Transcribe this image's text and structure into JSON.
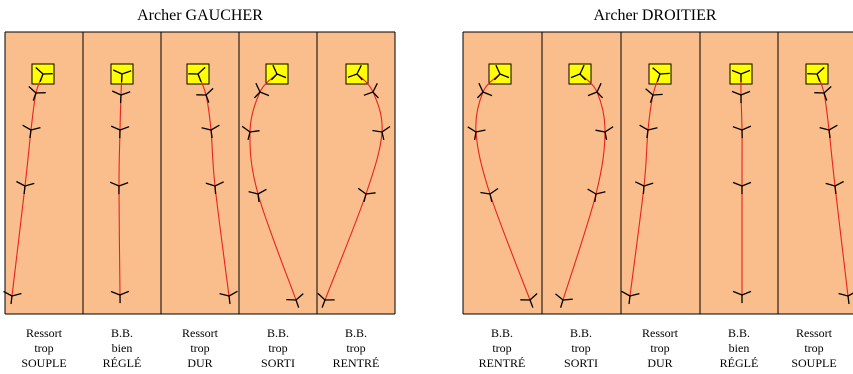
{
  "groups": [
    {
      "title": "Archer GAUCHER",
      "panels": [
        {
          "caption": [
            "Ressort",
            "trop",
            "SOUPLE"
          ]
        },
        {
          "caption": [
            "B.B.",
            "bien",
            "RÉGLÉ"
          ]
        },
        {
          "caption": [
            "Ressort",
            "trop",
            "DUR"
          ]
        },
        {
          "caption": [
            "B.B.",
            "trop",
            "SORTI"
          ]
        },
        {
          "caption": [
            "B.B.",
            "trop",
            "RENTRÉ"
          ]
        }
      ]
    },
    {
      "title": "Archer DROITIER",
      "panels": [
        {
          "caption": [
            "B.B.",
            "trop",
            "RENTRÉ"
          ]
        },
        {
          "caption": [
            "B.B.",
            "trop",
            "SORTI"
          ]
        },
        {
          "caption": [
            "Ressort",
            "trop",
            "DUR"
          ]
        },
        {
          "caption": [
            "B.B.",
            "bien",
            "RÉGLÉ"
          ]
        },
        {
          "caption": [
            "Ressort",
            "trop",
            "SOUPLE"
          ]
        }
      ]
    }
  ],
  "colors": {
    "panel_fill": "#F9BE8C",
    "target_fill": "#FFFF00",
    "trajectory": "#E8231E",
    "arrow_mark": "#000000"
  }
}
